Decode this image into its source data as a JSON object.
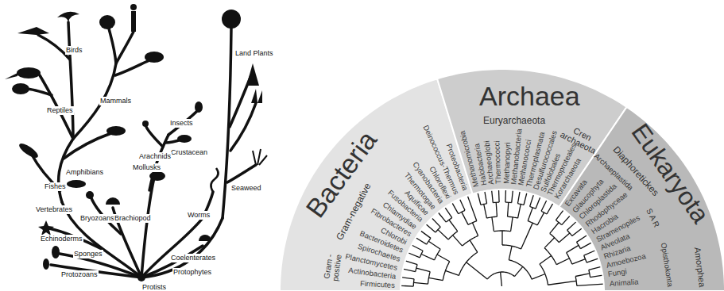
{
  "diagram": {
    "nodes": [
      {
        "text": [
          "Bacteria",
          "Gram-negative",
          "Gram -positive"
        ]
      },
      {
        "text": [
          "Archaea",
          "Euryarchaeota",
          "Cren archaeota"
        ]
      },
      {
        "text": [
          "Eukaryota",
          "Diaphoretickes",
          "Archaeplastida",
          "S A R",
          "Amorphea",
          "Opisthokonta"
        ]
      }
    ],
    "labels": [
      "Birds",
      "Reptiles",
      "Mammals",
      "Land Plants",
      "Insects",
      "Amphibians",
      "Crustacean",
      "Arachnids",
      "Mollusks",
      "Fishes",
      "Seaweed",
      "Bryozoans",
      "Brachiopod",
      "Worms",
      "Vertebrates",
      "Echinoderms",
      "Sponges",
      "Coelenterates",
      "Protophytes",
      "Protozoans",
      "Protists",
      "Firmicutes",
      "Actinobacteria",
      "Planctomycetes",
      "Spirochaetes",
      "Bacteroidetes",
      "Chlorobi",
      "Fibrobacteres",
      "Chlamydiae",
      "Fusobacteria",
      "Aquificae",
      "Thermotogae",
      "Cyanobacteria",
      "Chloroflexi",
      "Deinococcus-Thermus",
      "Proteobacteria",
      "Methanomicrobia",
      "Halobacteria",
      "Archaeoglobi",
      "Thermococci",
      "Methanopyri",
      "Methanobacteria",
      "Methanococci",
      "Thermoplasmata",
      "Desulfurococcales",
      "Sulfolobales",
      "Thermoproteales",
      "Korarchaeota",
      "Excavata",
      "Glaucophyta",
      "Chloroplastida",
      "Rhodophyceae",
      "Hacrobia",
      "Stramenopiles",
      "Alveolata",
      "Rhizaria",
      "Amoebozoa",
      "Fungi",
      "Animalia"
    ]
  }
}
